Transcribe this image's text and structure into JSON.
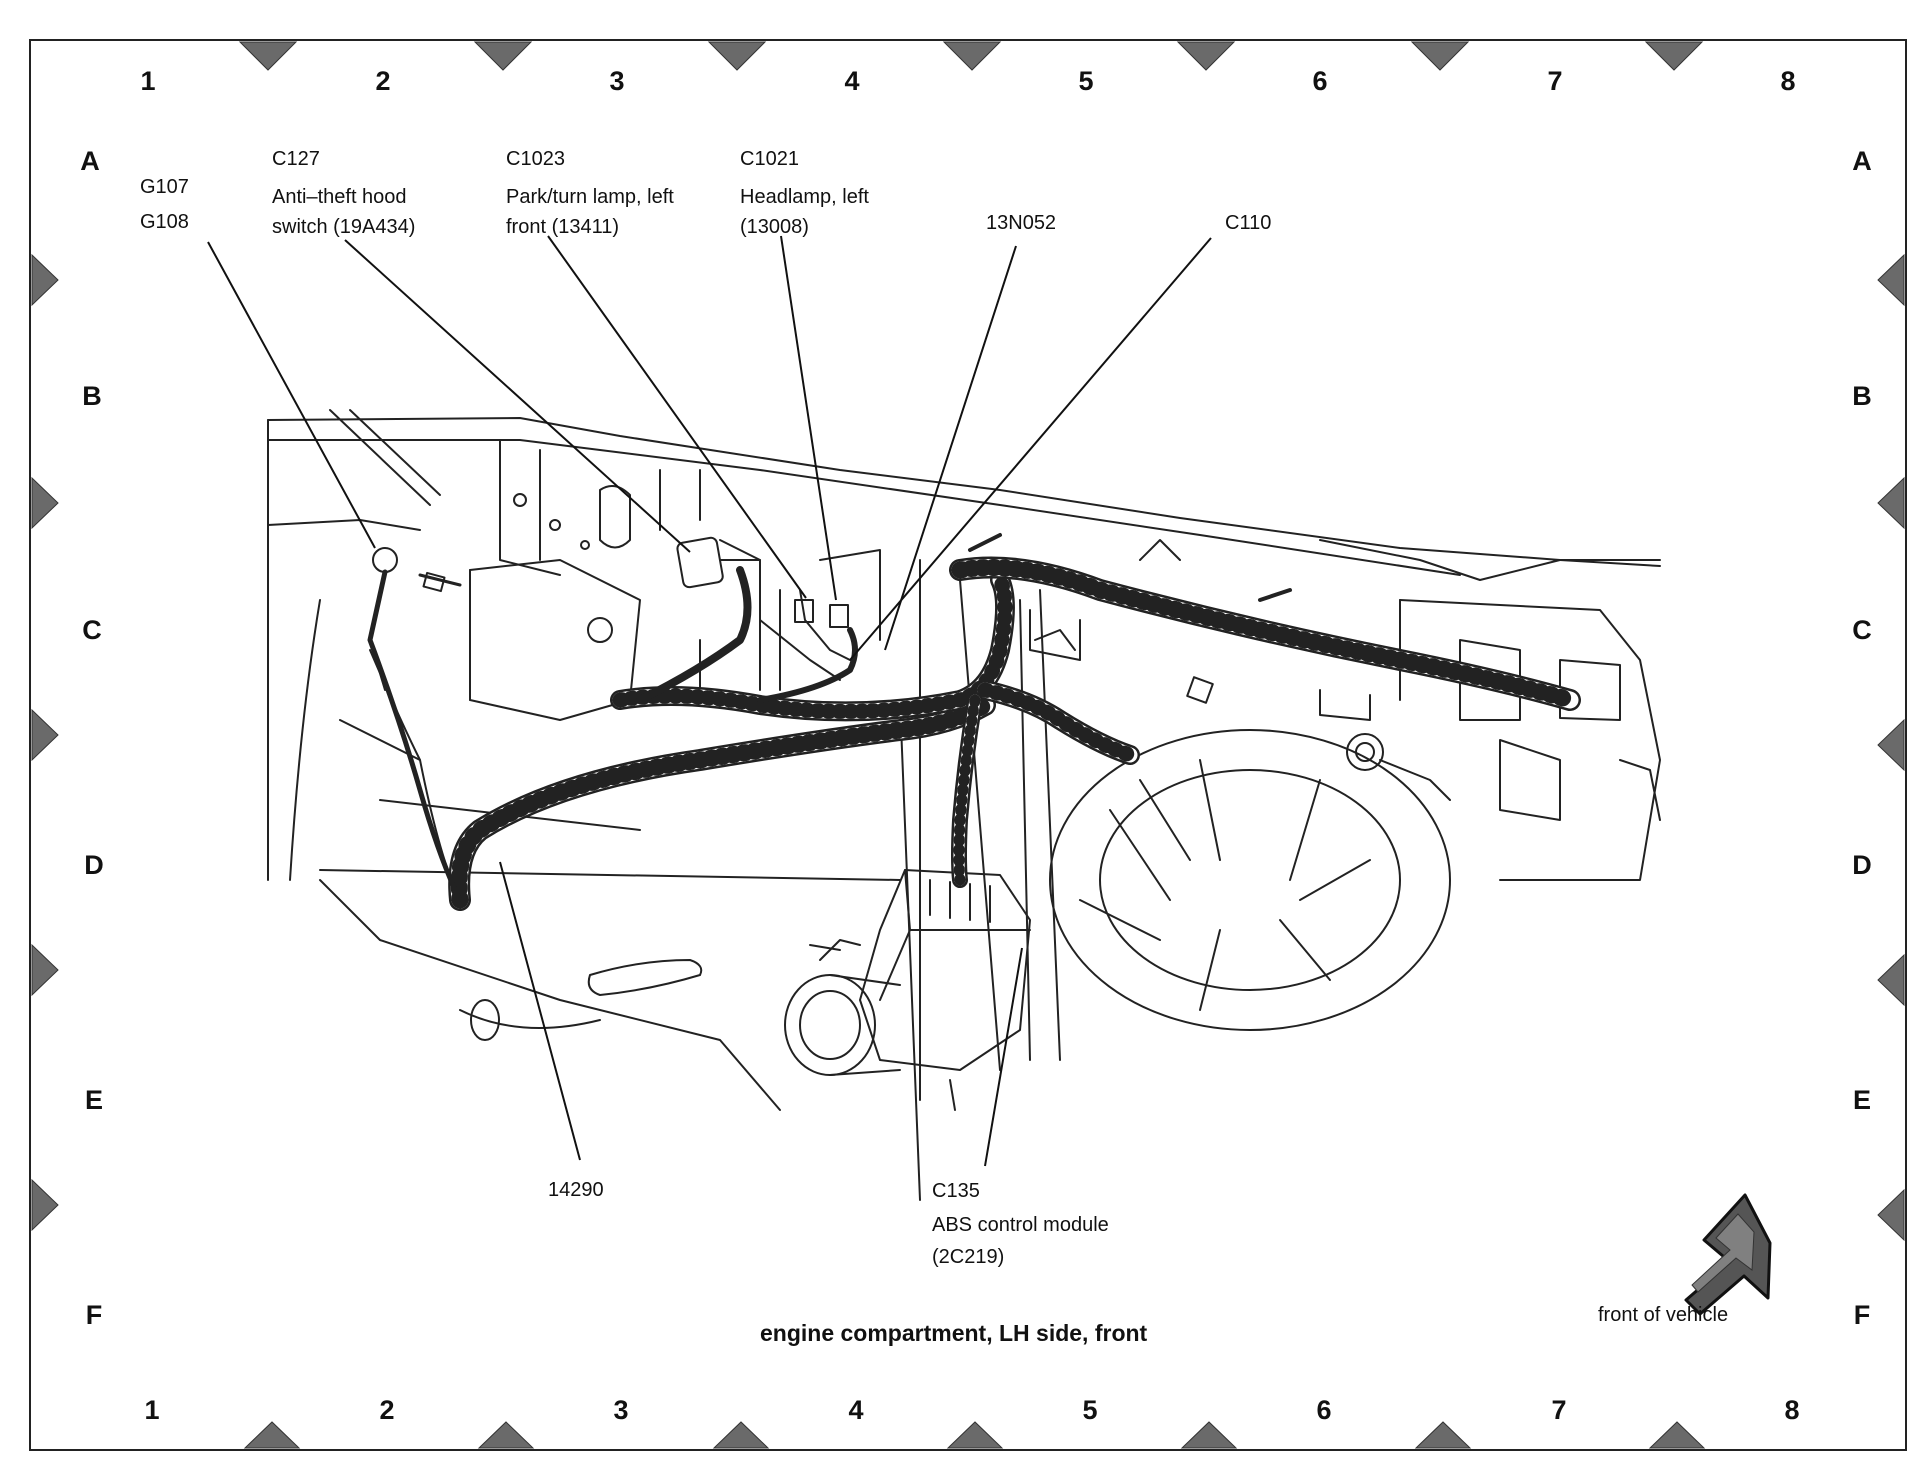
{
  "grid": {
    "columns": [
      "1",
      "2",
      "3",
      "4",
      "5",
      "6",
      "7",
      "8"
    ],
    "rows": [
      "A",
      "B",
      "C",
      "D",
      "E",
      "F"
    ]
  },
  "caption": "engine compartment, LH side, front",
  "front_label": "front of vehicle",
  "callouts": {
    "g107": "G107",
    "g108": "G108",
    "c127_id": "C127",
    "c127_l1": "Anti–theft hood",
    "c127_l2": "switch (19A434)",
    "c1023_id": "C1023",
    "c1023_l1": "Park/turn lamp, left",
    "c1023_l2": "front (13411)",
    "c1021_id": "C1021",
    "c1021_l1": "Headlamp, left",
    "c1021_l2": "(13008)",
    "n13n052": "13N052",
    "c110": "C110",
    "n14290": "14290",
    "c135_id": "C135",
    "c135_l1": "ABS control module",
    "c135_l2": "(2C219)"
  }
}
